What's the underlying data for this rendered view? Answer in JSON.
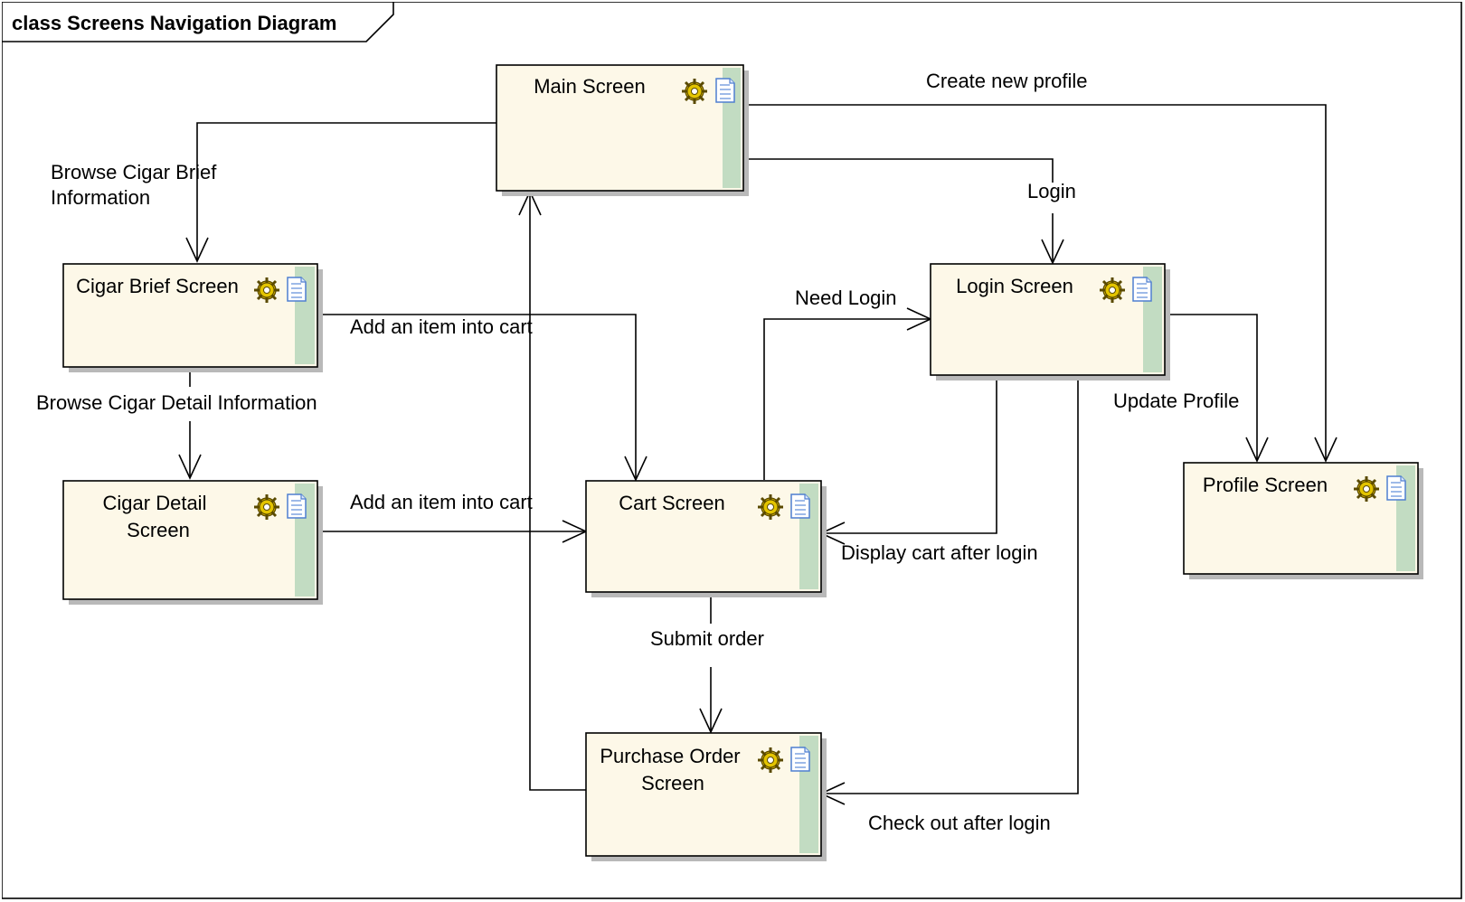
{
  "diagram": {
    "title": "class Screens Navigation Diagram",
    "nodes": {
      "main": {
        "lines": [
          "Main Screen"
        ],
        "icons": [
          "gear-icon",
          "document-icon"
        ]
      },
      "cigar_brief": {
        "lines": [
          "Cigar Brief Screen"
        ],
        "icons": [
          "gear-icon",
          "document-icon"
        ]
      },
      "cigar_detail": {
        "lines": [
          "Cigar Detail",
          "Screen"
        ],
        "icons": [
          "gear-icon",
          "document-icon"
        ]
      },
      "cart": {
        "lines": [
          "Cart Screen"
        ],
        "icons": [
          "gear-icon",
          "document-icon"
        ]
      },
      "login": {
        "lines": [
          "Login Screen"
        ],
        "icons": [
          "gear-icon",
          "document-icon"
        ]
      },
      "profile": {
        "lines": [
          "Profile Screen"
        ],
        "icons": [
          "gear-icon",
          "document-icon"
        ]
      },
      "purchase_order": {
        "lines": [
          "Purchase Order",
          "Screen"
        ],
        "icons": [
          "gear-icon",
          "document-icon"
        ]
      }
    },
    "edges": {
      "browse_brief": {
        "lines": [
          "Browse Cigar Brief",
          "Information"
        ]
      },
      "browse_detail": {
        "lines": [
          "Browse Cigar Detail Information"
        ]
      },
      "add_from_brief": {
        "lines": [
          "Add an item into cart"
        ]
      },
      "add_from_detail": {
        "lines": [
          "Add an item into cart"
        ]
      },
      "create_profile": {
        "lines": [
          "Create new profile"
        ]
      },
      "login": {
        "lines": [
          "Login"
        ]
      },
      "need_login": {
        "lines": [
          "Need Login"
        ]
      },
      "update_profile": {
        "lines": [
          "Update Profile"
        ]
      },
      "display_cart": {
        "lines": [
          "Display cart after login"
        ]
      },
      "submit_order": {
        "lines": [
          "Submit order"
        ]
      },
      "checkout": {
        "lines": [
          "Check out after login"
        ]
      }
    },
    "colors": {
      "node_fill": "#fdf8e8",
      "node_side_bar": "#c2dcc2",
      "gear": "#c9a800",
      "document": "#4f7fd0"
    }
  }
}
